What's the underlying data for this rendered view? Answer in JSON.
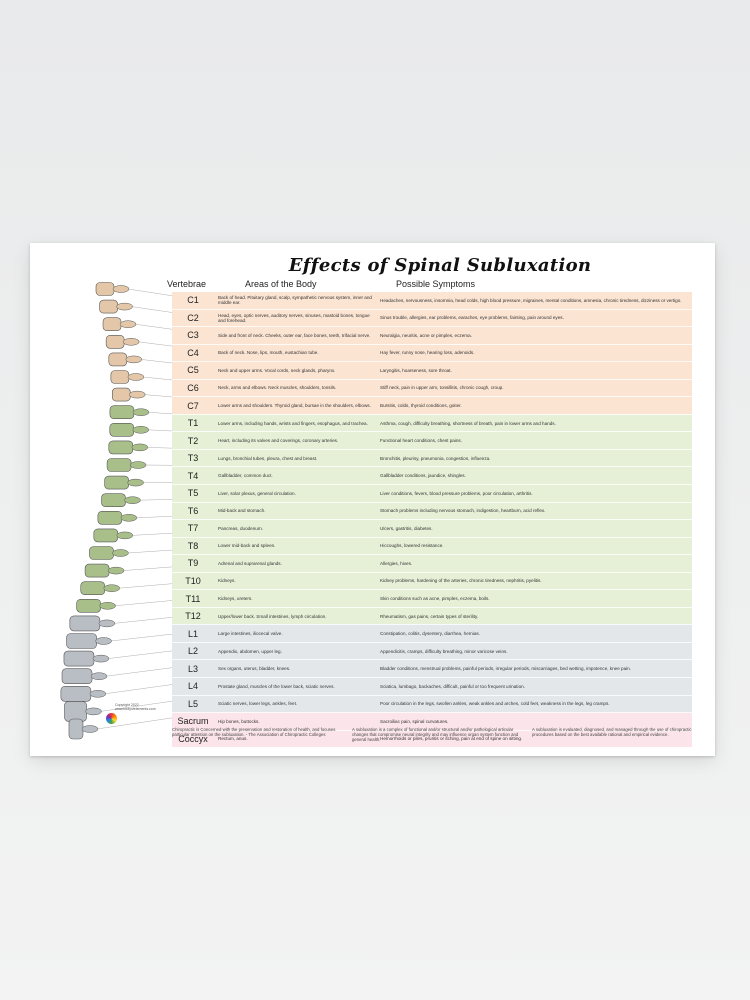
{
  "poster": {
    "title": "Effects of Spinal Subluxation",
    "headers": {
      "vertebrae": "Vertebrae",
      "areas": "Areas of the Body",
      "symptoms": "Possible Symptoms"
    },
    "rows": [
      {
        "v": "C1",
        "group": "cervical",
        "area": "Back of head. Pituitary gland, scalp, sympathetic nervous system, inner and middle ear.",
        "symptoms": "Headaches, nervousness, insomnia, head colds, high blood pressure, migraines, mental conditions, amnesia, chronic tiredness, dizziness or vertigo."
      },
      {
        "v": "C2",
        "group": "cervical",
        "area": "Head, eyes, optic nerves, auditory nerves, sinuses, mastoid bones, tongue and forehead.",
        "symptoms": "Sinus trouble, allergies, ear problems, earaches, eye problems, fainting, pain around eyes."
      },
      {
        "v": "C3",
        "group": "cervical",
        "area": "Side and front of neck. Cheeks, outer ear, face bones, teeth, trifacial nerve.",
        "symptoms": "Neuralgia, neuritis, acne or pimples, eczema."
      },
      {
        "v": "C4",
        "group": "cervical",
        "area": "Back of neck. Nose, lips, mouth, eustachian tube.",
        "symptoms": "Hay fever, runny nose, hearing loss, adenoids."
      },
      {
        "v": "C5",
        "group": "cervical",
        "area": "Neck and upper arms. Vocal cords, neck glands, pharynx.",
        "symptoms": "Laryngitis, hoarseness, sore throat."
      },
      {
        "v": "C6",
        "group": "cervical",
        "area": "Neck, arms and elbows. Neck muscles, shoulders, tonsils.",
        "symptoms": "Stiff neck, pain in upper arm, tonsillitis, chronic cough, croup."
      },
      {
        "v": "C7",
        "group": "cervical",
        "area": "Lower arms and shoulders. Thyroid gland, bursae in the shoulders, elbows.",
        "symptoms": "Bursitis, colds, thyroid conditions, goiter."
      },
      {
        "v": "T1",
        "group": "thoracic",
        "area": "Lower arms, including hands, wrists and fingers, esophagus, and trachea.",
        "symptoms": "Asthma, cough, difficulty breathing, shortness of breath, pain in lower arms and hands."
      },
      {
        "v": "T2",
        "group": "thoracic",
        "area": "Heart, including its valves and coverings, coronary arteries.",
        "symptoms": "Functional heart conditions, chest pains."
      },
      {
        "v": "T3",
        "group": "thoracic",
        "area": "Lungs, bronchial tubes, pleura, chest and breast.",
        "symptoms": "Bronchitis, pleurisy, pneumonia, congestion, influenza."
      },
      {
        "v": "T4",
        "group": "thoracic",
        "area": "Gallbladder, common duct.",
        "symptoms": "Gallbladder conditions, jaundice, shingles."
      },
      {
        "v": "T5",
        "group": "thoracic",
        "area": "Liver, solar plexus, general circulation.",
        "symptoms": "Liver conditions, fevers, blood pressure problems, poor circulation, arthritis."
      },
      {
        "v": "T6",
        "group": "thoracic",
        "area": "Mid-back and stomach.",
        "symptoms": "Stomach problems including nervous stomach, indigestion, heartburn, acid reflex."
      },
      {
        "v": "T7",
        "group": "thoracic",
        "area": "Pancreas, duodenum.",
        "symptoms": "Ulcers, gastritis, diabetes."
      },
      {
        "v": "T8",
        "group": "thoracic",
        "area": "Lower mid-back and spleen.",
        "symptoms": "Hiccoughs, lowered resistance."
      },
      {
        "v": "T9",
        "group": "thoracic",
        "area": "Adrenal and suprarenal glands.",
        "symptoms": "Allergies, hives."
      },
      {
        "v": "T10",
        "group": "thoracic",
        "area": "Kidneys.",
        "symptoms": "Kidney problems, hardening of the arteries, chronic tiredness, nephritis, pyelitis."
      },
      {
        "v": "T11",
        "group": "thoracic",
        "area": "Kidneys, ureters.",
        "symptoms": "Skin conditions such as acne, pimples, eczema, boils."
      },
      {
        "v": "T12",
        "group": "thoracic",
        "area": "Upper/lower back. Small intestines, lymph circulation.",
        "symptoms": "Rheumatism, gas pains, certain types of sterility."
      },
      {
        "v": "L1",
        "group": "lumbar",
        "area": "Large intestines, iliocecal valve.",
        "symptoms": "Constipation, colitis, dysentery, diarrhea, hernias."
      },
      {
        "v": "L2",
        "group": "lumbar",
        "area": "Appendix, abdomen, upper leg.",
        "symptoms": "Appendicitis, cramps, difficulty breathing, minor varicose veins."
      },
      {
        "v": "L3",
        "group": "lumbar",
        "area": "Sex organs, uterus, bladder, knees.",
        "symptoms": "Bladder conditions, menstrual problems, painful periods, irregular periods, miscarriages, bed wetting, impotence, knee pain."
      },
      {
        "v": "L4",
        "group": "lumbar",
        "area": "Prostate gland, muscles of the lower back, sciatic nerves.",
        "symptoms": "Sciatica, lumbago, backaches, difficult, painful or too frequent urination."
      },
      {
        "v": "L5",
        "group": "lumbar",
        "area": "Sciatic nerves, lower legs, ankles, feet.",
        "symptoms": "Poor circulation in the legs, swollen ankles, weak ankles and arches, cold feet, weakness in the legs, leg cramps."
      },
      {
        "v": "Sacrum",
        "group": "sacral",
        "area": "Hip bones, buttocks.",
        "symptoms": "Sacroiliac pain, spinal curvatures."
      },
      {
        "v": "Coccyx",
        "group": "sacral",
        "area": "Rectum, anus.",
        "symptoms": "Hemorrhoids or piles, pruritis or itching, pain at end of spine on sitting."
      }
    ],
    "footer": [
      "Chiropractic is Concerned with the preservation and restoration of health, and focuses particular attention on the subluxation. - The Association of Chiropractic Colleges",
      "A subluxation is a complex of functional and/or structural and/or pathological articular changes that compromise neural integrity and may influence organ system function and general health.",
      "A subluxation is evaluated, diagnosed, and managed through the use of chiropractic procedures based on the best available rational and empirical evidence."
    ],
    "copyright": "Copyright 2022 www.bodyofelements.com",
    "colors": {
      "cervical": "#fbe4d2",
      "thoracic": "#e6f0d7",
      "lumbar": "#e4e7ea",
      "sacral": "#fbe4ea",
      "bone_cervical": "#e3c7a8",
      "bone_thoracic": "#a9bf8a",
      "bone_lumbar": "#b9bec4"
    }
  }
}
